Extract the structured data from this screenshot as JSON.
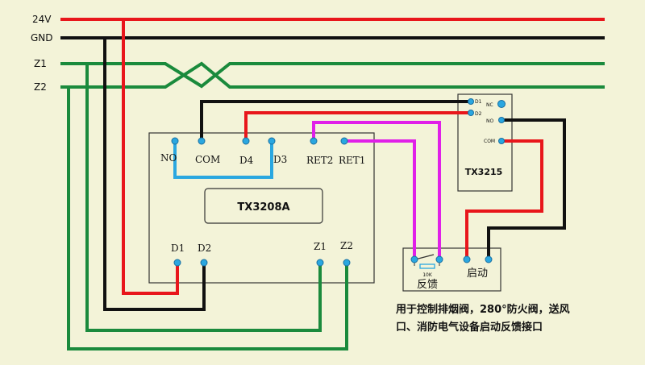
{
  "colors": {
    "background": "#f3f3d8",
    "wire_24v": "#e8161b",
    "wire_gnd": "#111111",
    "wire_z": "#1a8a3c",
    "wire_link": "#2aa7e0",
    "wire_feedback": "#e020e8",
    "terminal": "#2aa7e0",
    "box_border": "#333333"
  },
  "bus_labels": {
    "v24": "24V",
    "gnd": "GND",
    "z1": "Z1",
    "z2": "Z2"
  },
  "main_module": {
    "name": "TX3208A",
    "top_terminals": {
      "no": "NO",
      "com": "COM",
      "d4": "D4",
      "d3": "D3",
      "ret2": "RET2",
      "ret1": "RET1"
    },
    "bottom_terminals": {
      "d1": "D1",
      "d2": "D2",
      "z1": "Z1",
      "z2": "Z2"
    }
  },
  "relay_module": {
    "name": "TX3215",
    "terminals": {
      "d1": "D1",
      "d2": "D2",
      "nc": "NC",
      "no": "NO",
      "com": "COM"
    }
  },
  "interface_box": {
    "feedback_label": "反馈",
    "start_label": "启动",
    "resistor_label": "10K"
  },
  "description_lines": [
    "用于控制排烟阀，280°防火阀，送风",
    "口、消防电气设备启动反馈接口"
  ]
}
